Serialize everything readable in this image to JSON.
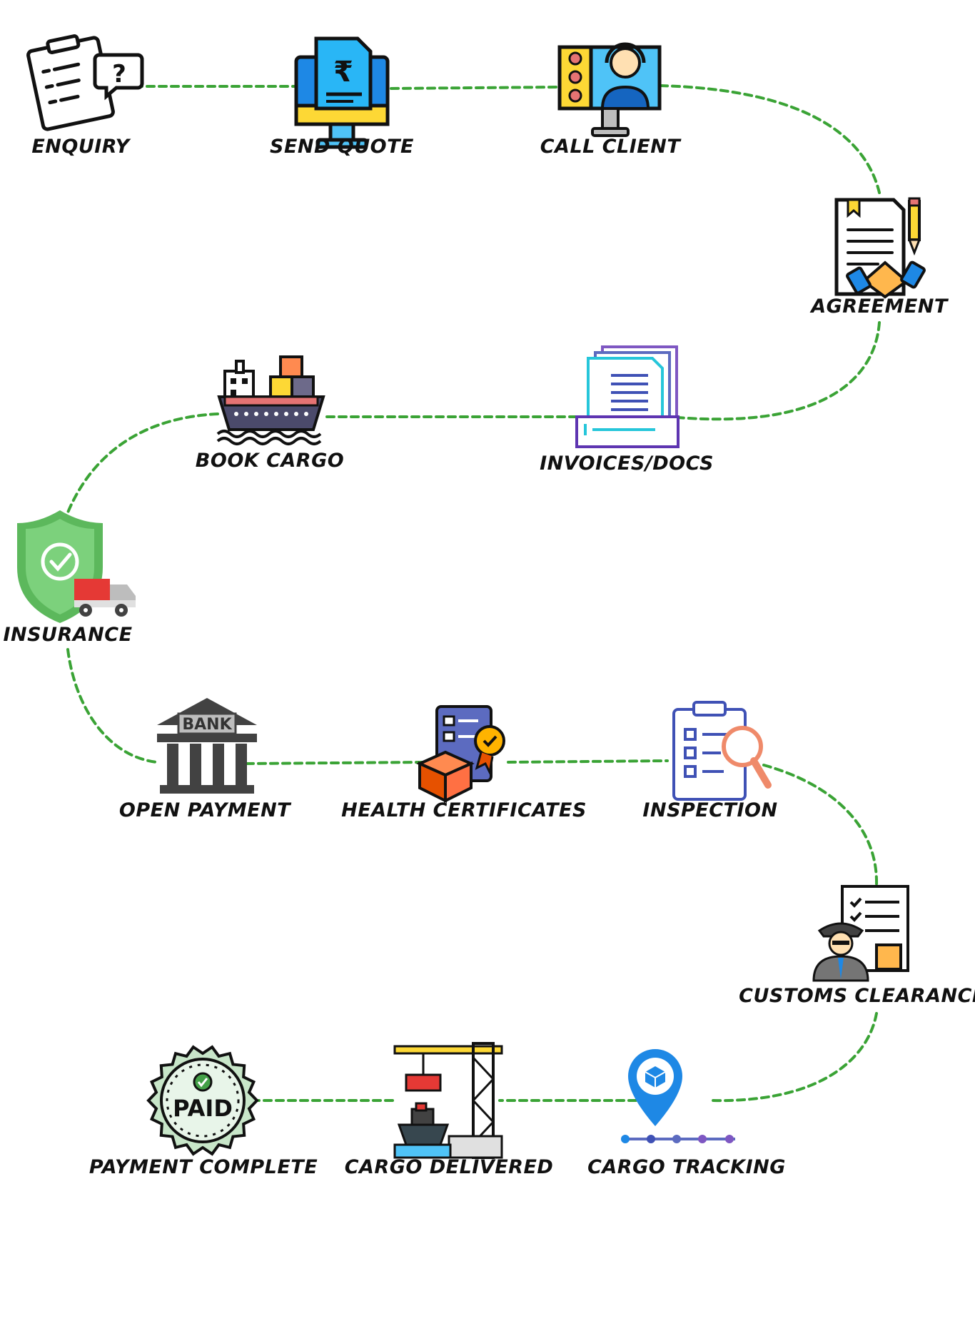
{
  "colors": {
    "connector": "#3aa335",
    "text": "#111111"
  },
  "steps": [
    {
      "label": "ENQUIRY",
      "icon": "clipboard-question-icon"
    },
    {
      "label": "SEND QUOTE",
      "icon": "monitor-rupee-quote-icon"
    },
    {
      "label": "CALL CLIENT",
      "icon": "video-call-headset-icon"
    },
    {
      "label": "AGREEMENT",
      "icon": "contract-handshake-icon"
    },
    {
      "label": "INVOICES/DOCS",
      "icon": "document-stack-icon"
    },
    {
      "label": "BOOK CARGO",
      "icon": "cargo-ship-icon"
    },
    {
      "label": "INSURANCE",
      "icon": "shield-truck-icon"
    },
    {
      "label": "OPEN PAYMENT",
      "icon": "bank-icon",
      "icon_text": "BANK"
    },
    {
      "label": "HEALTH CERTIFICATES",
      "icon": "certificate-box-icon"
    },
    {
      "label": "INSPECTION",
      "icon": "checklist-magnifier-icon"
    },
    {
      "label": "CUSTOMS CLEARANCE",
      "icon": "customs-officer-icon"
    },
    {
      "label": "CARGO TRACKING",
      "icon": "location-pin-box-icon"
    },
    {
      "label": "CARGO DELIVERED",
      "icon": "port-crane-ship-icon"
    },
    {
      "label": "PAYMENT COMPLETE",
      "icon": "paid-badge-icon",
      "icon_text": "PAID"
    }
  ]
}
